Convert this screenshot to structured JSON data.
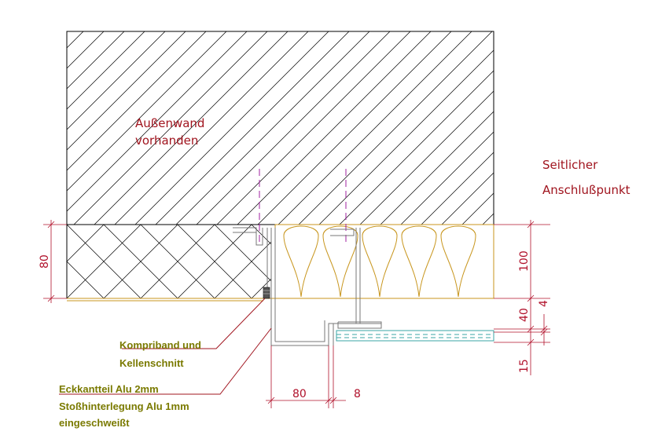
{
  "labels": {
    "wall_line1": "Außenwand",
    "wall_line2": "vorhanden",
    "side_line1": "Seitlicher",
    "side_line2": "Anschlußpunkt",
    "komp_line1": "Kompriband und",
    "komp_line2": "Kellenschnitt",
    "eck_line1": "Eckkantteil Alu 2mm",
    "eck_line2": "Stoßhinterlegung Alu 1mm",
    "eck_line3": "eingeschweißt"
  },
  "dimensions": {
    "left_80": "80",
    "right_100": "100",
    "right_4": "4",
    "right_40": "40",
    "right_15": "15",
    "bottom_80": "80",
    "bottom_8": "8"
  },
  "colors": {
    "line": "#000000",
    "dim": "#b0102a",
    "insulation": "#c8961e",
    "glass": "#3aa6a6",
    "leader": "#a0141e",
    "dowel": "#a020a0"
  }
}
